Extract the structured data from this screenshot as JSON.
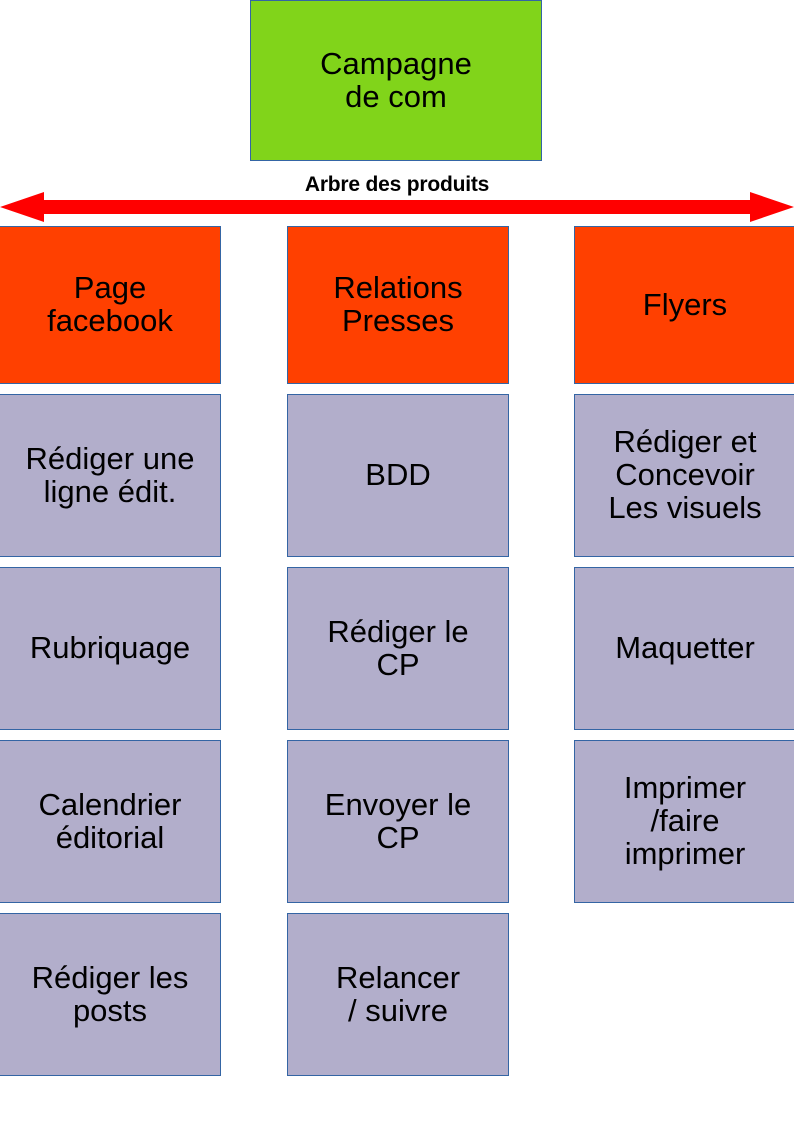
{
  "diagram": {
    "title": "Arbre des produits",
    "root": {
      "label": "Campagne\nde com",
      "color": "#81D41A"
    },
    "axis": {
      "label": "Arbre des produits",
      "arrow_color": "#FF0000",
      "direction": "double",
      "icon": "double-arrow-icon"
    },
    "colors": {
      "root_fill": "#81D41A",
      "product_fill": "#FF4000",
      "task_fill": "#B2AECB",
      "border": "#3465A4",
      "arrow": "#FF0000",
      "text": "#000000",
      "background": "#FFFFFF"
    },
    "columns": [
      {
        "product": "Page\nfacebook",
        "tasks": [
          "Rédiger une\nligne édit.",
          "Rubriquage",
          "Calendrier\néditorial",
          "Rédiger les\nposts"
        ]
      },
      {
        "product": "Relations\nPresses",
        "tasks": [
          "BDD",
          "Rédiger le\nCP",
          "Envoyer le\nCP",
          "Relancer\n/ suivre"
        ]
      },
      {
        "product": "Flyers",
        "tasks": [
          "Rédiger et\nConcevoir\nLes visuels",
          "Maquetter",
          "Imprimer\n/faire\nimprimer"
        ]
      }
    ]
  }
}
